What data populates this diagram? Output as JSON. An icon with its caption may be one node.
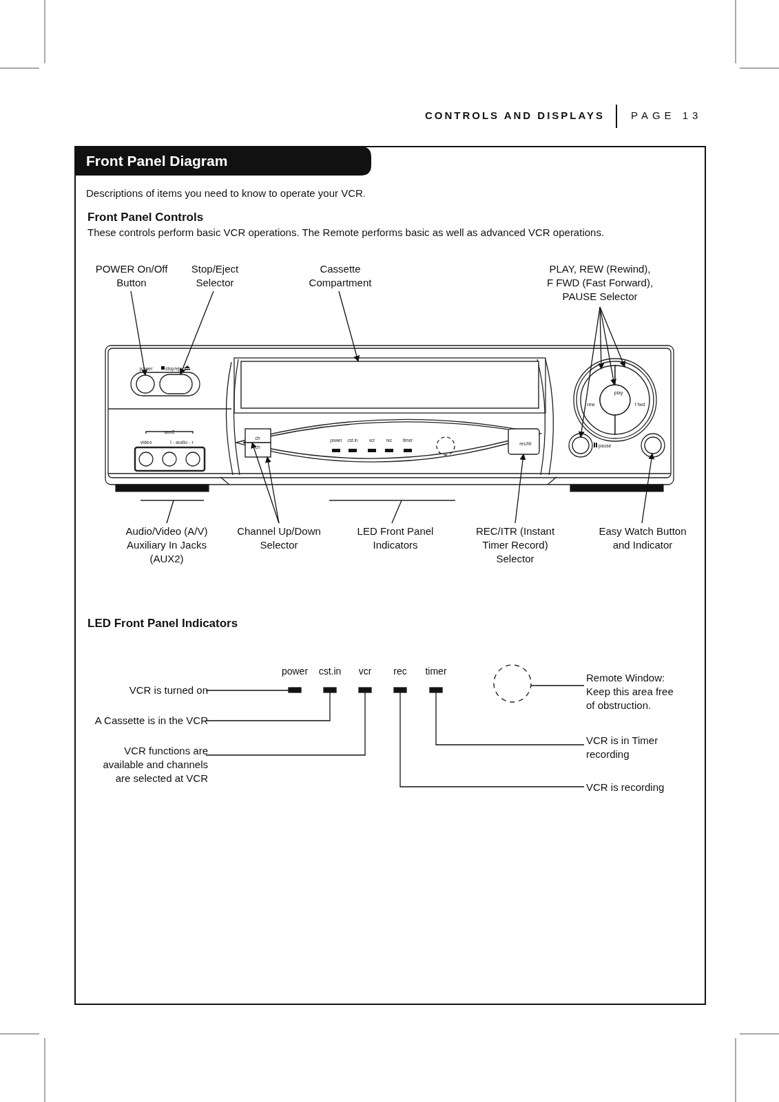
{
  "diagram": {
    "title": "Front Panel Diagram",
    "nodes": [
      {
        "text": [
          "POWER On/Off Button"
        ]
      },
      {
        "text": [
          "Stop/Eject Selector"
        ]
      },
      {
        "text": [
          "Cassette Compartment"
        ]
      },
      {
        "text": [
          "PLAY, REW (Rewind), F FWD (Fast Forward), PAUSE Selector"
        ]
      },
      {
        "text": [],
        "shape": "circle"
      },
      {
        "text": [],
        "shape": "box"
      },
      {
        "text": [],
        "shape": "box"
      },
      {
        "text": [],
        "shape": "arc"
      },
      {
        "text": [],
        "shape": "circle"
      },
      {
        "text": [],
        "shape": "arc"
      },
      {
        "text": [],
        "shape": "circle"
      },
      {
        "text": [
          "Audio/Video (A/V) Auxiliary In Jacks (AUX2)"
        ]
      },
      {
        "text": [
          "Channel Up/Down Selector"
        ]
      },
      {
        "text": [
          "LED Front Panel Indicators"
        ]
      },
      {
        "text": [
          "REC/ITR (Instant Timer Record) Selector"
        ]
      },
      {
        "text": [
          "Easy Watch Button and Indicator"
        ]
      },
      {
        "text": [],
        "shape": "box"
      },
      {
        "text": [],
        "shape": "box"
      },
      {
        "text": [],
        "shape": "box"
      },
      {
        "text": [],
        "shape": "circle"
      },
      {
        "text": [
          "VCR is turned on"
        ]
      },
      {
        "text": [
          "A Cassette is in the VCR"
        ]
      },
      {
        "text": [
          "VCR functions are available and channels are selected at VCR"
        ]
      },
      {
        "text": [],
        "shape": "bar",
        "beside": [
          "power"
        ]
      },
      {
        "text": [],
        "shape": "bar",
        "beside": [
          "cst.in"
        ]
      },
      {
        "text": [],
        "shape": "bar",
        "beside": [
          "vcr"
        ]
      },
      {
        "text": [],
        "shape": "bar",
        "beside": [
          "rec"
        ]
      },
      {
        "text": [],
        "shape": "bar",
        "beside": [
          "timer"
        ]
      },
      {
        "text": [],
        "shape": "circle"
      },
      {
        "text": [
          "Remote Window: Keep this area free of obstruction."
        ]
      },
      {
        "text": [
          "VCR is in Timer recording"
        ]
      },
      {
        "text": [
          "VCR is recording"
        ]
      },
      {
        "text": [],
        "shape": "line"
      },
      {
        "text": [],
        "shape": "line"
      }
    ],
    "edges": [
      {
        "from": 0,
        "to": 4,
        "arrow": "to"
      },
      {
        "from": 1,
        "to": 5,
        "arrow": "to"
      },
      {
        "from": 2,
        "to": 6,
        "arrow": "to"
      },
      {
        "from": 3,
        "to": 7,
        "arrow": "to"
      },
      {
        "from": 3,
        "to": 8,
        "arrow": "to"
      },
      {
        "from": 3,
        "to": 9,
        "arrow": "to"
      },
      {
        "from": 3,
        "to": 10,
        "arrow": "to"
      },
      {
        "from": 11,
        "to": 32,
        "arrow": "none"
      },
      {
        "from": 12,
        "to": 16,
        "arrow": "to"
      },
      {
        "from": 12,
        "to": 17,
        "arrow": "to"
      },
      {
        "from": 13,
        "to": 33,
        "arrow": "none"
      },
      {
        "from": 14,
        "to": 18,
        "arrow": "to"
      },
      {
        "from": 15,
        "to": 19,
        "arrow": "to"
      },
      {
        "from": 20,
        "to": 23,
        "arrow": "none"
      },
      {
        "from": 21,
        "to": 24,
        "arrow": "none"
      },
      {
        "from": 22,
        "to": 25,
        "arrow": "none"
      },
      {
        "from": 29,
        "to": 28,
        "arrow": "none"
      },
      {
        "from": 30,
        "to": 27,
        "arrow": "none"
      },
      {
        "from": 31,
        "to": 26,
        "arrow": "none"
      }
    ],
    "labels": [
      "CONTROLS AND DISPLAYS",
      "PAGE 13",
      "Descriptions of items you need to know to operate your VCR.",
      "Front Panel Controls",
      "These controls perform basic VCR operations. The Remote performs basic as well as advanced VCR operations.",
      "power",
      "stop/eject",
      "aux2",
      "video",
      "l - audio - r",
      "ch",
      "ch",
      "power",
      "cst.in",
      "vcr",
      "rec",
      "timer",
      "rec/itr",
      "play",
      "rew",
      "f fwd",
      "pause",
      "LED Front Panel Indicators"
    ]
  }
}
